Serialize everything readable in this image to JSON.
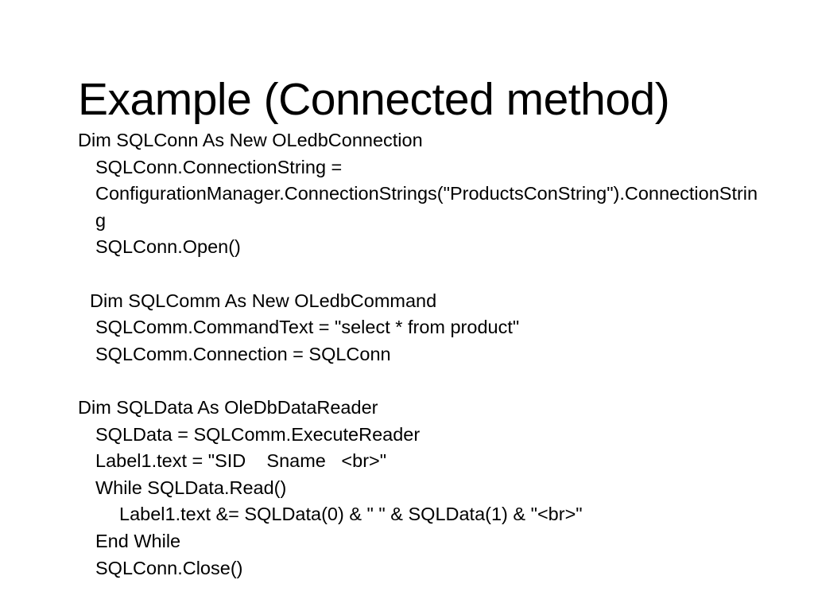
{
  "slide": {
    "title": "Example (Connected method)",
    "background_color": "#ffffff",
    "text_color": "#000000"
  },
  "code": {
    "language": "VB.NET",
    "lines": [
      {
        "indent": 0,
        "text": "Dim SQLConn As New OLedbConnection"
      },
      {
        "indent": 2,
        "text": "SQLConn.ConnectionString = ConfigurationManager.ConnectionStrings(\"ProductsConString\").ConnectionString"
      },
      {
        "indent": 2,
        "text": "SQLConn.Open()"
      },
      {
        "indent": 0,
        "text": ""
      },
      {
        "indent": 1,
        "text": "Dim SQLComm As New OLedbCommand"
      },
      {
        "indent": 2,
        "text": "SQLComm.CommandText = \"select * from product\""
      },
      {
        "indent": 2,
        "text": "SQLComm.Connection = SQLConn"
      },
      {
        "indent": 0,
        "text": ""
      },
      {
        "indent": 0,
        "text": "Dim SQLData As OleDbDataReader"
      },
      {
        "indent": 2,
        "text": "SQLData = SQLComm.ExecuteReader"
      },
      {
        "indent": 2,
        "text": "Label1.text = \"SID    Sname   <br>\""
      },
      {
        "indent": 2,
        "text": "While SQLData.Read()"
      },
      {
        "indent": 3,
        "text": "Label1.text &= SQLData(0) & \" \" & SQLData(1) & \"<br>\""
      },
      {
        "indent": 2,
        "text": "End While"
      },
      {
        "indent": 2,
        "text": "SQLConn.Close()"
      }
    ]
  }
}
